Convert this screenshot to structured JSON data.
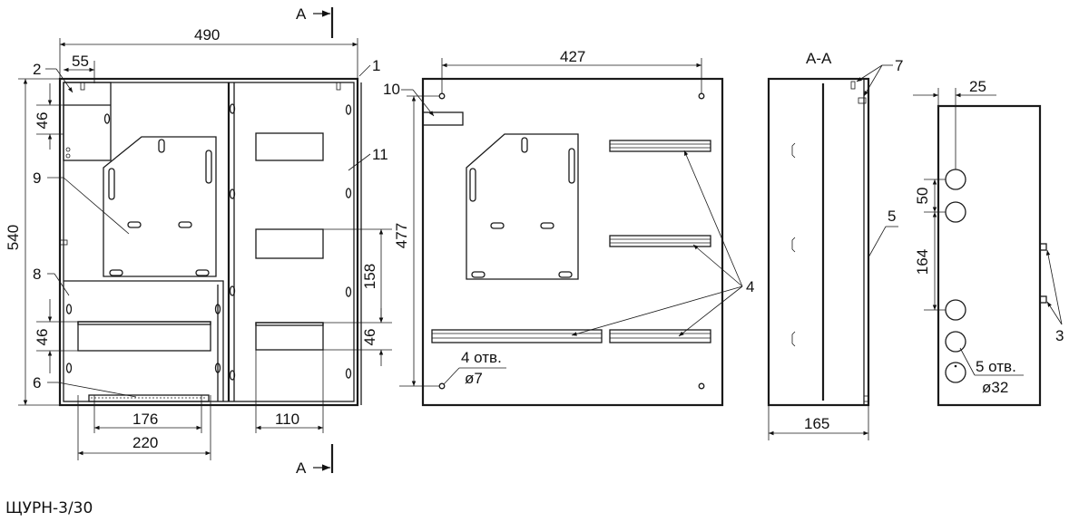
{
  "caption": "ЩУРН-3/30",
  "section_label": "А",
  "section_title": "А-А",
  "dims": {
    "w490": "490",
    "w55": "55",
    "h540": "540",
    "h46_top": "46",
    "h46_left": "46",
    "h46_right": "46",
    "h158": "158",
    "w176": "176",
    "w220": "220",
    "w110": "110",
    "w427": "427",
    "h477": "477",
    "holes4": "4 отв.",
    "dia7": "ø7",
    "w165": "165",
    "w25": "25",
    "h50": "50",
    "h164": "164",
    "holes5": "5 отв.",
    "dia32": "ø32"
  },
  "callouts": {
    "c1": "1",
    "c2": "2",
    "c3": "3",
    "c4": "4",
    "c5": "5",
    "c6": "6",
    "c7": "7",
    "c8": "8",
    "c9": "9",
    "c10": "10",
    "c11": "11"
  }
}
